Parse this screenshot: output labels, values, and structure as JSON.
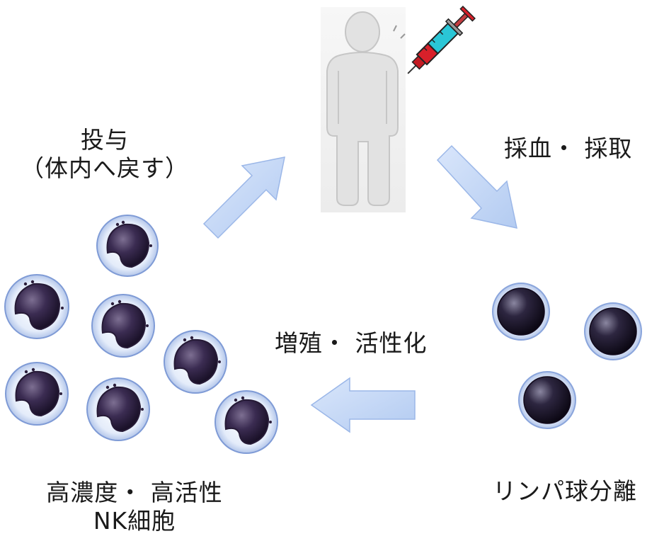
{
  "labels": {
    "administration": {
      "line1": "投与",
      "line2": "（体内へ戻す）"
    },
    "blood_collection": "採血・ 採取",
    "expansion": "増殖・ 活性化",
    "separation": "リンパ球分離",
    "nk_cells": {
      "line1": "高濃度・ 高活性",
      "line2": "NK細胞"
    }
  },
  "colors": {
    "arrow_fill": "#c6d8f5",
    "arrow_stroke": "#8fb0e6",
    "person_fill": "#e3e3e3",
    "person_outline": "#c4c4c4",
    "cell_membrane": "#d7e3f7",
    "cell_nucleus": "#3a2a4e",
    "syringe_body": "#2ac6d6",
    "syringe_blood": "#d8202a"
  },
  "icons": {
    "person": "human-silhouette-icon",
    "syringe": "syringe-icon",
    "lymphocyte": "lymphocyte-cell-icon",
    "nk_cell": "nk-cell-icon"
  },
  "counts": {
    "nk_cells": 7,
    "lymphocytes": 3
  }
}
